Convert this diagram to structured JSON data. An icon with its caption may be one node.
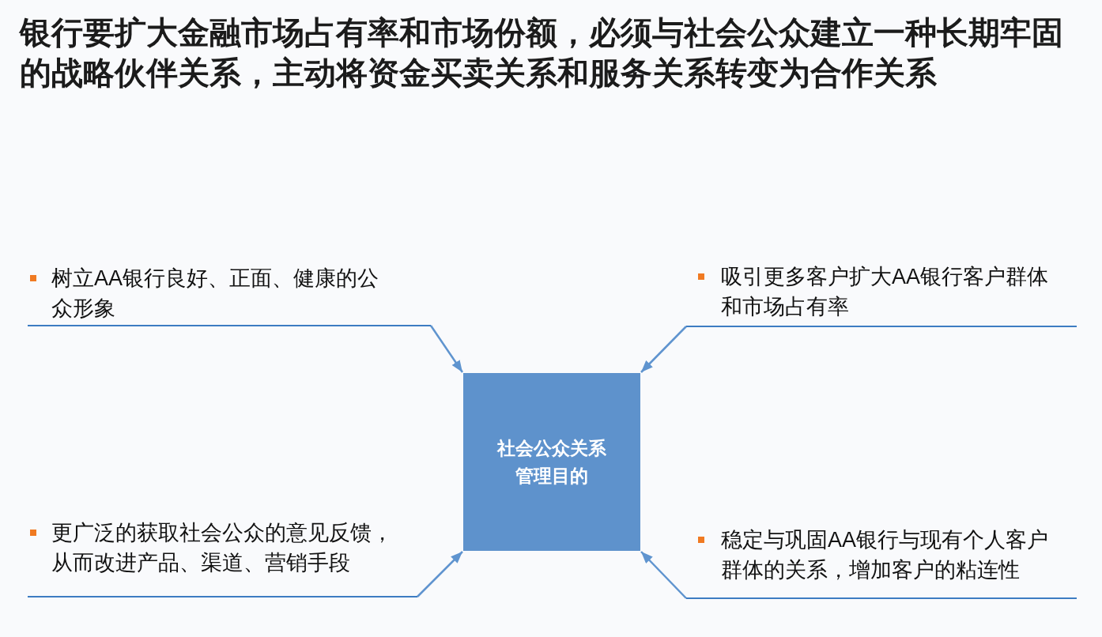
{
  "diagram": {
    "title": "银行要扩大金融市场占有率和市场份额，必须与社会公众建立一种长期牢固的战略伙伴关系，主动将资金买卖关系和服务关系转变为合作关系",
    "nodes": [
      {
        "text": [
          "树立AA银行良好、正面、健康的公众形象"
        ]
      },
      {
        "text": [
          "吸引更多客户扩大AA银行客户群体和市场占有率"
        ]
      },
      {
        "text": [
          "社会公众关系管理目的"
        ]
      },
      {
        "text": [
          "更广泛的获取社会公众的意见反馈，从而改进产品、渠道、营销手段"
        ]
      },
      {
        "text": [
          "稳定与巩固AA银行与现有个人客户群体的关系，增加客户的粘连性"
        ]
      }
    ],
    "edges": [
      {
        "from": 0,
        "to": 2,
        "arrow": "to"
      },
      {
        "from": 1,
        "to": 2,
        "arrow": "to"
      },
      {
        "from": 3,
        "to": 2,
        "arrow": "to"
      },
      {
        "from": 4,
        "to": 2,
        "arrow": "to"
      }
    ]
  }
}
